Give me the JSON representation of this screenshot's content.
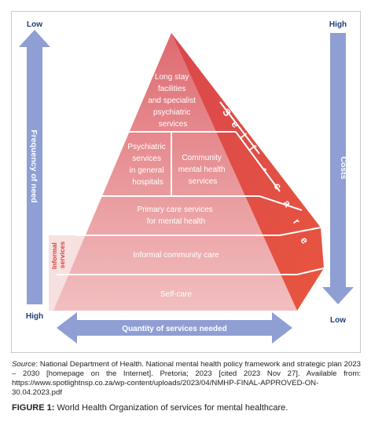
{
  "axes": {
    "left_top": "Low",
    "left_bottom": "High",
    "left_label": "Frequency of need",
    "right_top": "High",
    "right_bottom": "Low",
    "right_label": "Costs",
    "bottom_label": "Quantity of services needed"
  },
  "pyramid": {
    "level1": [
      "Long stay",
      "facilities",
      "and specialist",
      "psychiatric",
      "services"
    ],
    "level2_left": [
      "Psychiatric",
      "services",
      "in general",
      "hospitals"
    ],
    "level2_right": [
      "Community",
      "mental health",
      "services"
    ],
    "level3": [
      "Primary care services",
      "for mental health"
    ],
    "level4": "Informal community care",
    "level5": "Self-care",
    "informal_side": [
      "Informal",
      "services"
    ],
    "self_care_letters": [
      "S",
      "e",
      "l",
      "f",
      "-",
      "c",
      "a",
      "r",
      "e"
    ]
  },
  "colors": {
    "arrow": "#8f9fd3",
    "pyramid_top": "#e06e74",
    "pyramid_bottom": "#f0b8ba",
    "side_face": "#e24a3c",
    "informal_text": "#d9433a"
  },
  "source": {
    "label": "Source",
    "text": ": National Department of Health. National mental health policy framework and strategic plan 2023 – 2030 [homepage on the Internet]. Pretoria; 2023 [cited 2023 Nov 27]. Available from: https://www.spotlightnsp.co.za/wp-content/uploads/2023/04/NMHP-FINAL-APPROVED-ON-30.04.2023.pdf"
  },
  "caption": {
    "label": "FIGURE 1:",
    "text": " World Health Organization of services for mental healthcare."
  }
}
